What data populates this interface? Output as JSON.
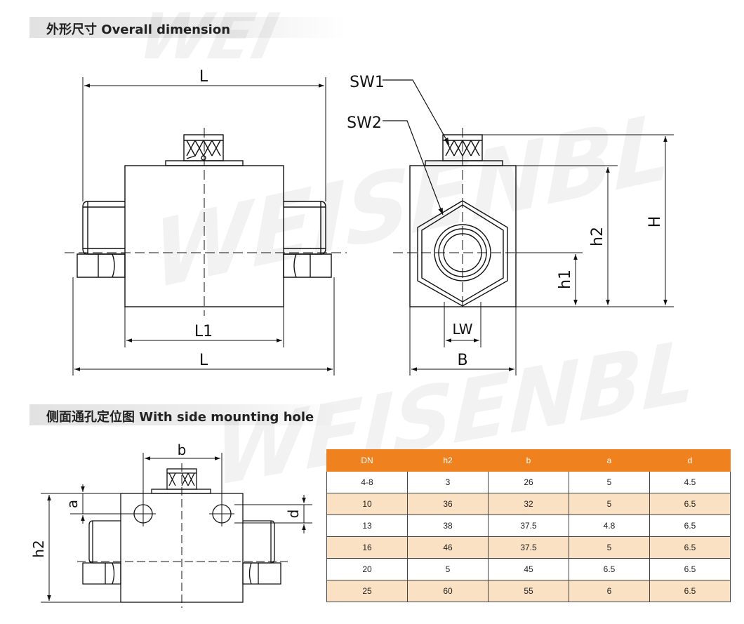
{
  "sections": {
    "overall_title": "外形尺寸 Overall dimension",
    "side_title": "侧面通孔定位图 With side mounting hole"
  },
  "watermark": "WEISENBL",
  "front_view": {
    "dim_L_top": "L",
    "dim_L1": "L1",
    "dim_L_bottom": "L"
  },
  "side_view": {
    "label_sw1": "SW1",
    "label_sw2": "SW2",
    "dim_H": "H",
    "dim_h2": "h2",
    "dim_h1": "h1",
    "dim_LW": "LW",
    "dim_B": "B"
  },
  "mount_view": {
    "dim_b": "b",
    "dim_a": "a",
    "dim_d": "d",
    "dim_h2": "h2"
  },
  "table": {
    "headers": [
      "DN",
      "h2",
      "b",
      "a",
      "d"
    ],
    "rows": [
      [
        "4-8",
        "3",
        "26",
        "5",
        "4.5"
      ],
      [
        "10",
        "36",
        "32",
        "5",
        "6.5"
      ],
      [
        "13",
        "38",
        "37.5",
        "4.8",
        "6.5"
      ],
      [
        "16",
        "46",
        "37.5",
        "5",
        "6.5"
      ],
      [
        "20",
        "5",
        "45",
        "6.5",
        "6.5"
      ],
      [
        "25",
        "60",
        "55",
        "6",
        "6.5"
      ]
    ]
  },
  "colors": {
    "header_bg": "#f0811f",
    "row_alt_bg": "#fbe1c3"
  }
}
